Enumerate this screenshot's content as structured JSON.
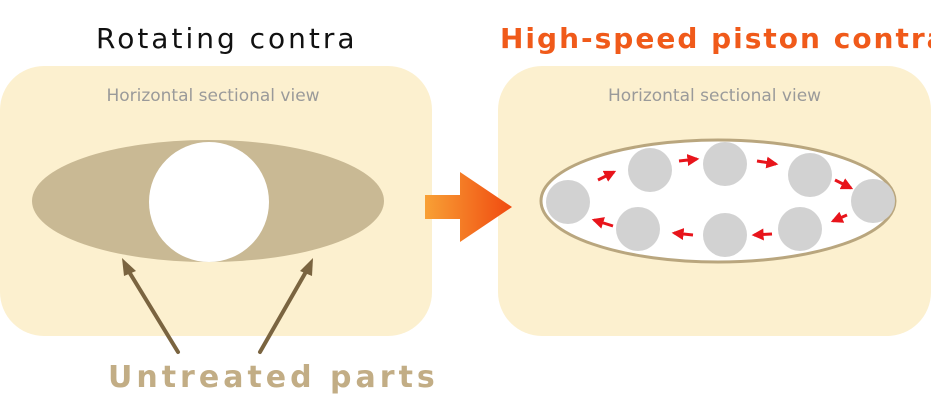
{
  "left": {
    "title": "Rotating contra",
    "view_label": "Horizontal sectional view",
    "caption": "Untreated parts"
  },
  "right": {
    "title": "High-speed piston contra",
    "view_label": "Horizontal sectional view"
  },
  "colors": {
    "panel_bg": "#fcf0cf",
    "ellipse_fill": "#c9b994",
    "ellipse_stroke": "#b9a67e",
    "piston_gray": "#d2d2d2",
    "small_arrow": "#e8141b",
    "big_arrow_start": "#f8a035",
    "big_arrow_end": "#f04a10",
    "pointer_arrow": "#7a6440",
    "title_accent": "#f05a1a",
    "caption": "#c2ad85"
  }
}
